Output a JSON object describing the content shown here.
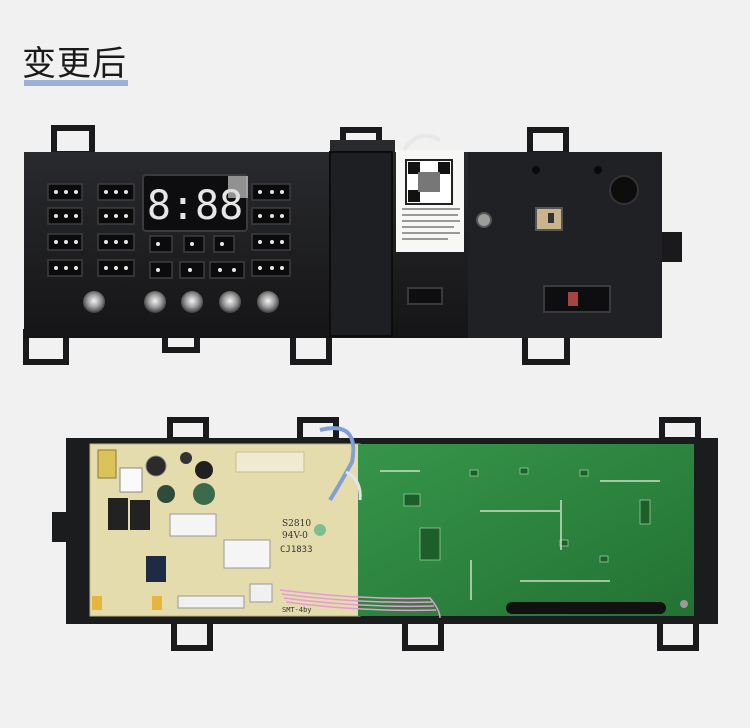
{
  "heading": "变更后",
  "display_digits": "8:88",
  "board": {
    "silkscreen_1": "S2810",
    "silkscreen_2": "94V-0",
    "silkscreen_3": "CJ1833",
    "silkscreen_4": "SMT-4by"
  },
  "colors": {
    "accent_underline": "#9ab0d6",
    "panel": "#1c1d20",
    "pcb_green": "#2e8a3a",
    "pcb_beige": "#e5dcae"
  }
}
